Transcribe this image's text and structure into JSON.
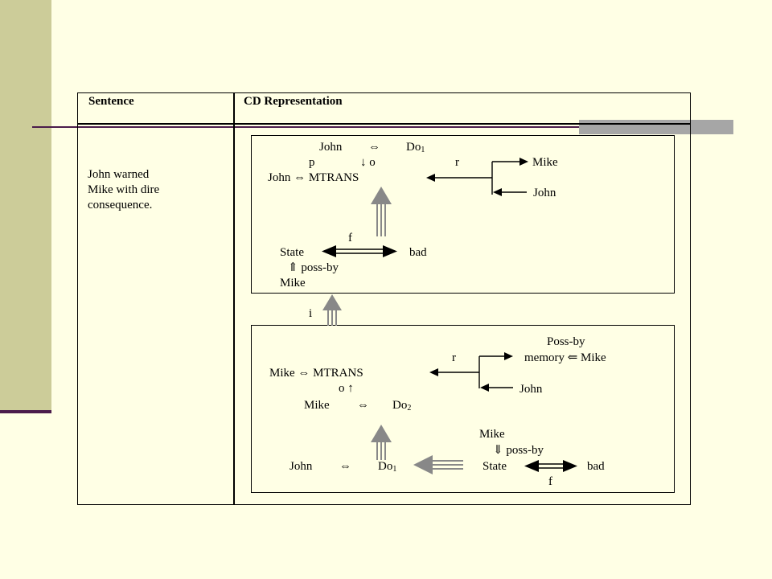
{
  "table": {
    "header_sentence": "Sentence",
    "header_cd": "CD Representation",
    "sentence_lines": [
      "John warned",
      "Mike with dire",
      "consequence."
    ]
  },
  "box1": {
    "john": "John",
    "biarrow": "⇔",
    "do": "Do",
    "do_sub": "1",
    "p": "p",
    "down_o": "↓ o",
    "r": "r",
    "mike": "Mike",
    "john_mtrans": "John ⇔ MTRANS",
    "john2": "John",
    "f": "f",
    "state": "State",
    "bad": "bad",
    "poss_by": "⇑ poss-by",
    "mike2": "Mike"
  },
  "link_label": "i",
  "box2": {
    "poss_by": "Poss-by",
    "memory_mike": "memory ⇐ Mike",
    "r": "r",
    "mike_mtrans": "Mike ⇔ MTRANS",
    "john": "John",
    "o_up": "o ↑",
    "mike_do_left": "Mike",
    "biarrow": "⇔",
    "do2": "Do",
    "do2_sub": "2",
    "mike_top": "Mike",
    "poss_by_down": "⇓ poss-by",
    "john_do_left": "John",
    "do1": "Do",
    "do1_sub": "1",
    "state": "State",
    "bad": "bad",
    "f": "f"
  }
}
